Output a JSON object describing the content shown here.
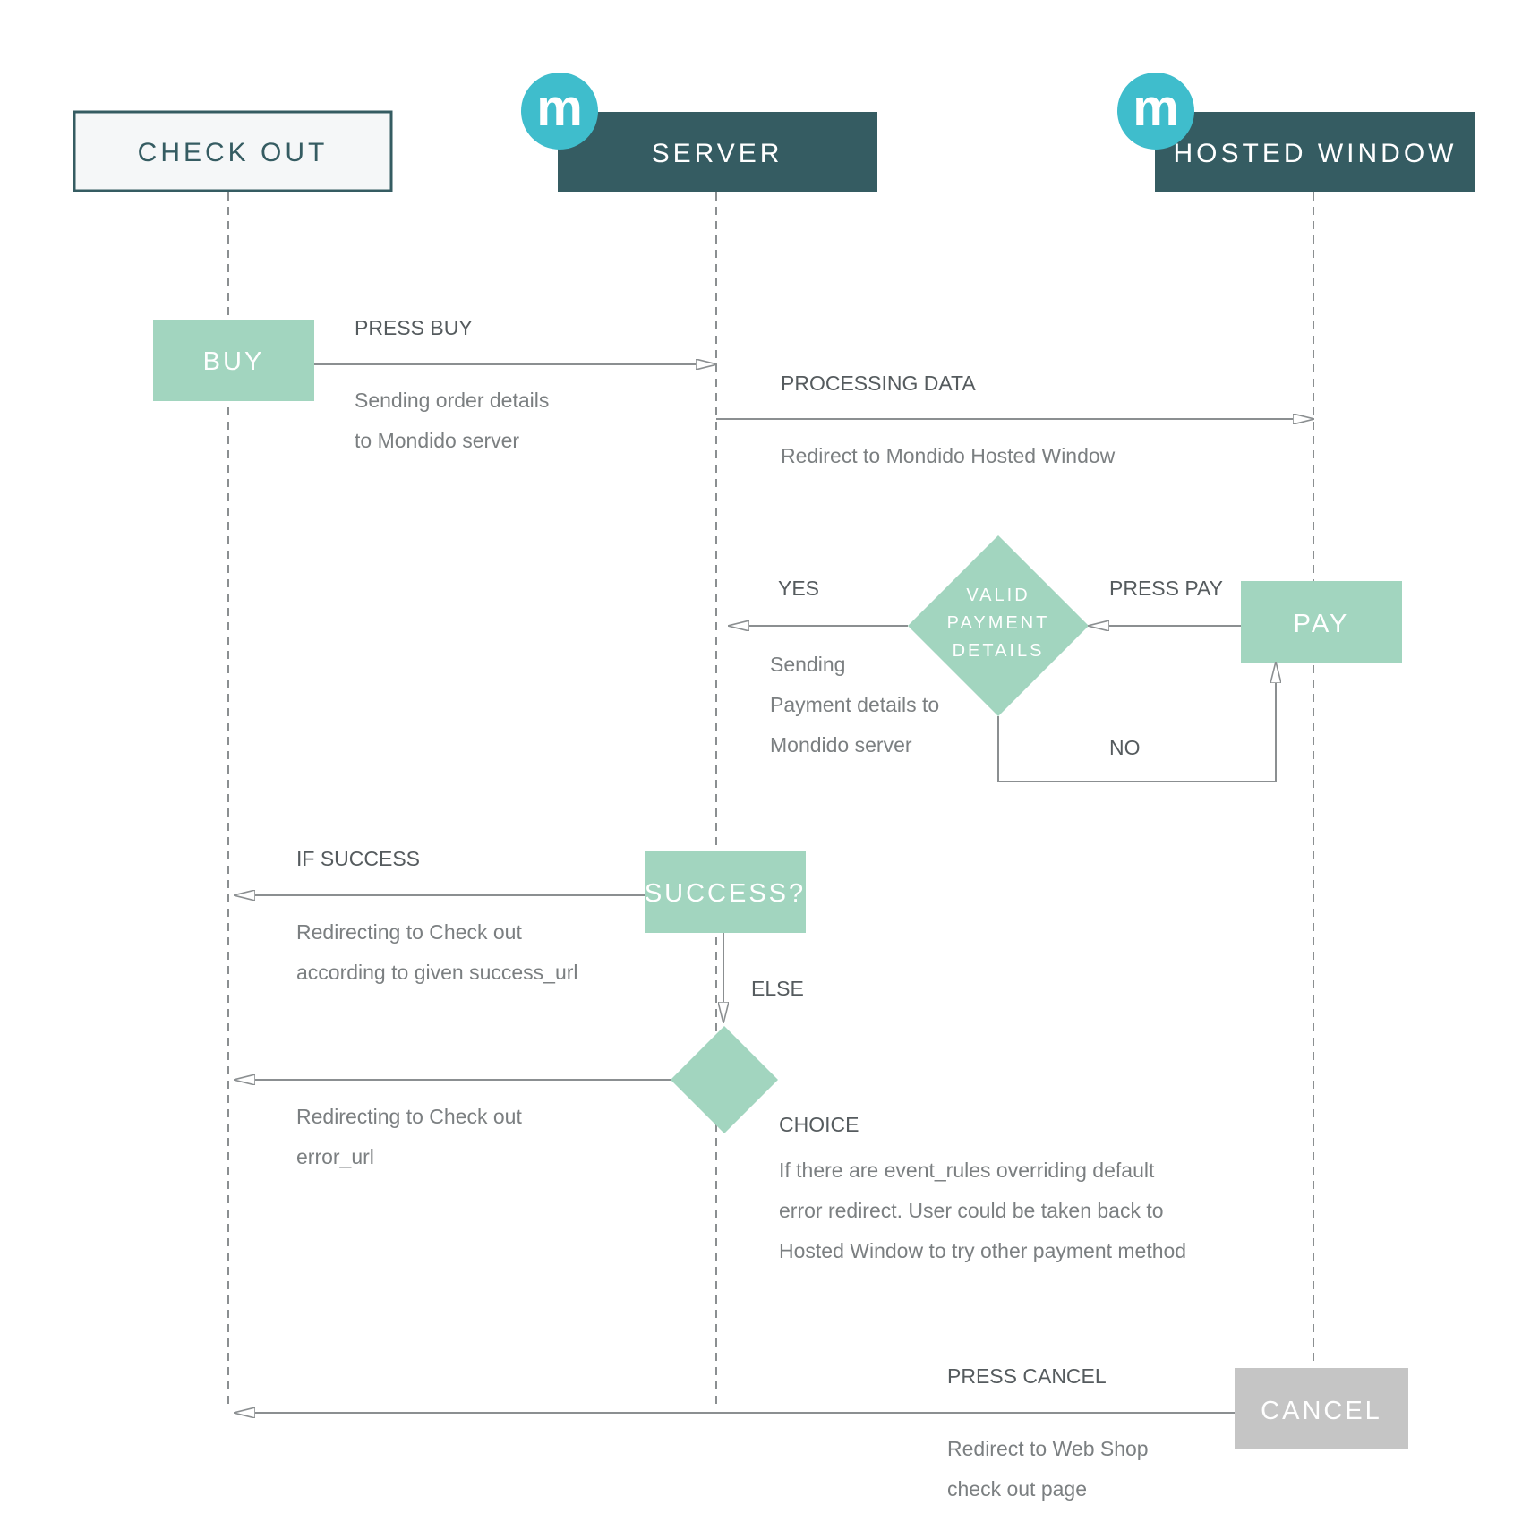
{
  "colors": {
    "dark_teal": "#355c62",
    "mint": "#a2d5bf",
    "logo_cyan": "#3fbdcc",
    "cancel_gray": "#c5c5c5",
    "line_gray": "#8b8f91"
  },
  "lanes": {
    "checkout": "CHECK OUT",
    "server": "SERVER",
    "hosted": "HOSTED WINDOW"
  },
  "logo_glyph": "m",
  "boxes": {
    "buy": "BUY",
    "pay": "PAY",
    "success": "SUCCESS?",
    "cancel": "CANCEL"
  },
  "decision": {
    "line1": "VALID",
    "line2": "PAYMENT",
    "line3": "DETAILS"
  },
  "steps": {
    "press_buy": {
      "label": "PRESS BUY",
      "desc1": "Sending order details",
      "desc2": "to Mondido server"
    },
    "processing": {
      "label": "PROCESSING DATA",
      "desc1": "Redirect to Mondido Hosted Window"
    },
    "press_pay": {
      "label": "PRESS PAY"
    },
    "yes": {
      "label": "YES",
      "desc1": "Sending",
      "desc2": "Payment details to",
      "desc3": "Mondido server"
    },
    "no": {
      "label": "NO"
    },
    "if_success": {
      "label": "IF SUCCESS",
      "desc1": "Redirecting to Check out",
      "desc2": "according to given success_url"
    },
    "else": {
      "label": "ELSE"
    },
    "error": {
      "desc1": "Redirecting to Check out",
      "desc2": "error_url"
    },
    "choice": {
      "label": "CHOICE",
      "desc1": "If there are event_rules overriding default",
      "desc2": "error redirect. User could be taken back to",
      "desc3": "Hosted Window to try other payment method"
    },
    "press_cancel": {
      "label": "PRESS CANCEL",
      "desc1": "Redirect to Web Shop",
      "desc2": "check out page"
    }
  }
}
